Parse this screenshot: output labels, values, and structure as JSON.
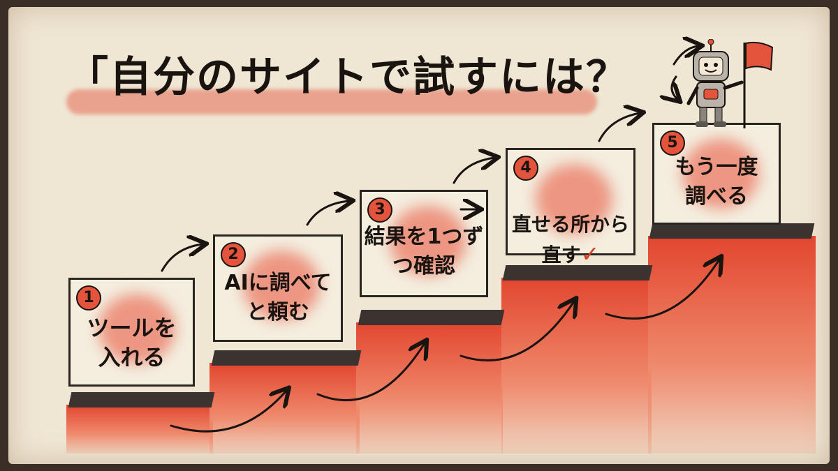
{
  "title": "「自分のサイトで試すには？",
  "steps": [
    {
      "number": "1",
      "label": "ツールを\n入れる"
    },
    {
      "number": "2",
      "label": "AIに調べて\nと頼む"
    },
    {
      "number": "3",
      "label": "結果を1つず\nつ確認"
    },
    {
      "number": "4",
      "label": "直せる所から\n直す",
      "mark": "✓"
    },
    {
      "number": "5",
      "label": "もう一度\n調べる"
    }
  ],
  "colors": {
    "accent": "#e4533b",
    "ink": "#1a1410",
    "paper": "#efe6d4"
  },
  "icons": [
    "robot-icon",
    "flag-icon",
    "arrow-icon",
    "check-icon"
  ]
}
